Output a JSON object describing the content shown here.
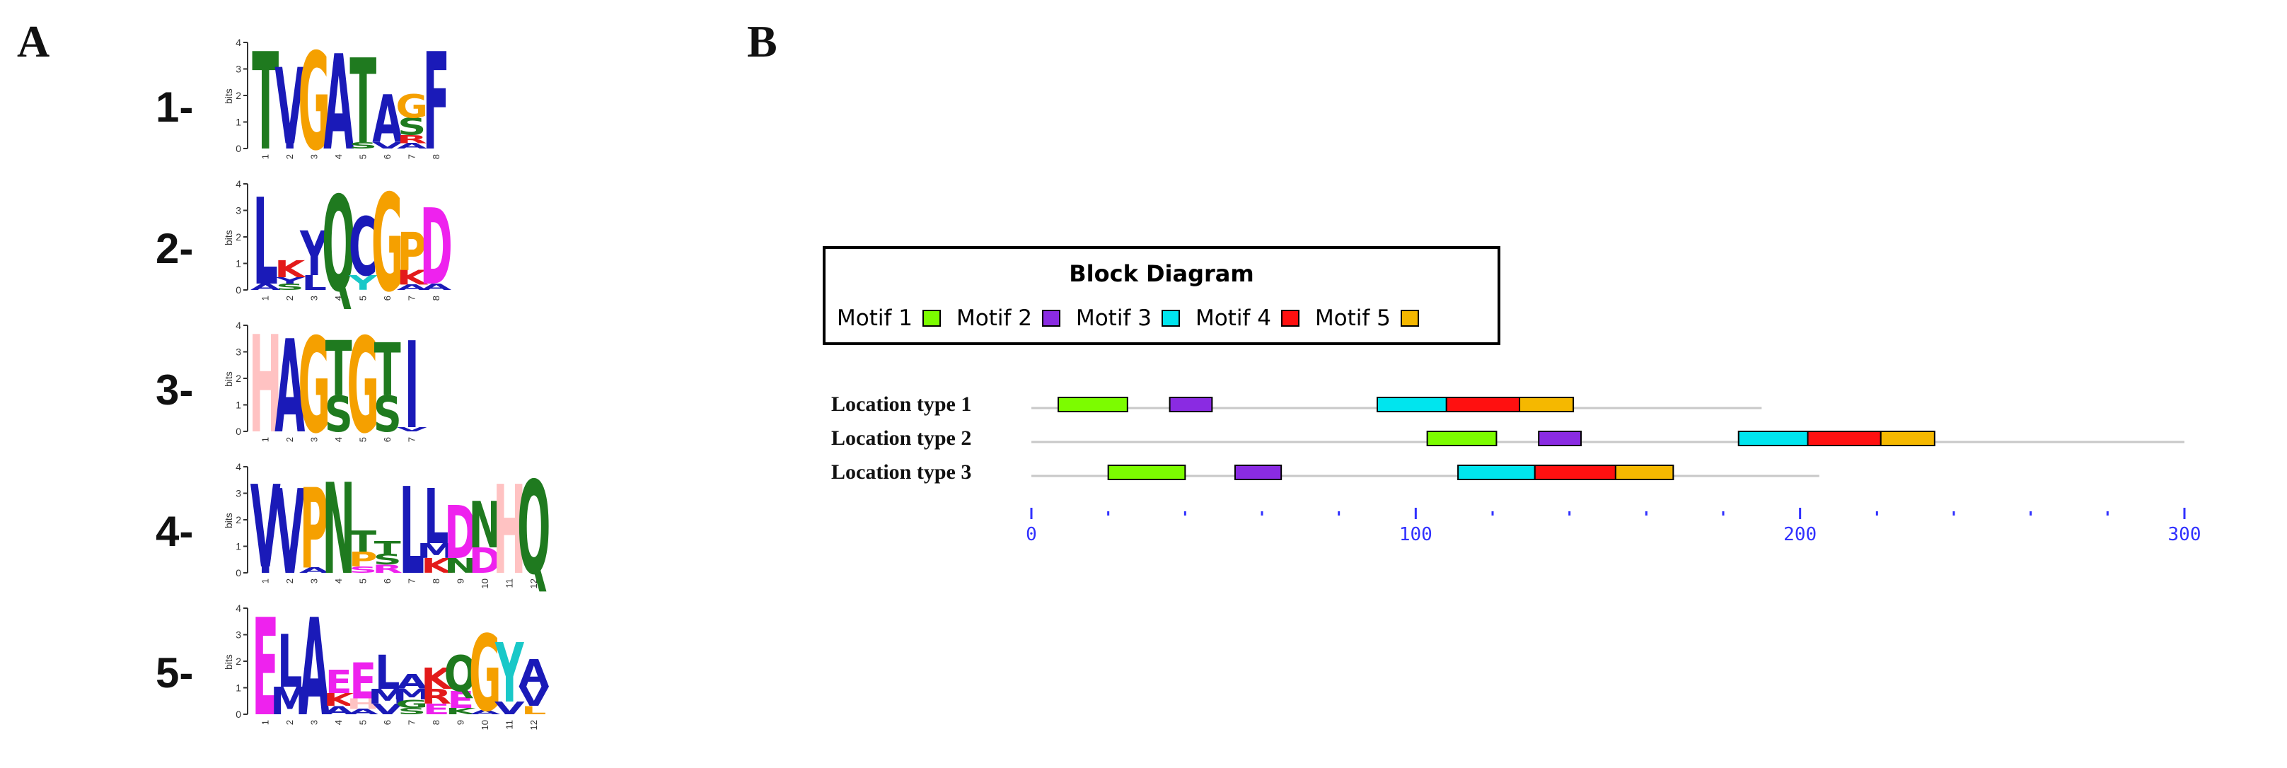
{
  "panels": {
    "a_label": "A",
    "b_label": "B"
  },
  "logos": [
    {
      "label": "1-",
      "y_axis_label": "bits",
      "y_ticks": [
        "0",
        "1",
        "2",
        "3",
        "4"
      ],
      "positions": [
        "1",
        "2",
        "3",
        "4",
        "5",
        "6",
        "7",
        "8"
      ],
      "columns": [
        [
          {
            "l": "T",
            "c": "#1f7a1f",
            "h": 0.92
          }
        ],
        [
          {
            "l": "V",
            "c": "#1a1ab8",
            "h": 0.72
          },
          {
            "l": "I",
            "c": "#1a1ab8",
            "h": 0.05
          }
        ],
        [
          {
            "l": "G",
            "c": "#f5a000",
            "h": 0.92
          }
        ],
        [
          {
            "l": "A",
            "c": "#1a1ab8",
            "h": 0.9
          }
        ],
        [
          {
            "l": "T",
            "c": "#1f7a1f",
            "h": 0.8
          },
          {
            "l": "S",
            "c": "#1f7a1f",
            "h": 0.06
          }
        ],
        [
          {
            "l": "A",
            "c": "#1a1ab8",
            "h": 0.45
          },
          {
            "l": "V",
            "c": "#1a1ab8",
            "h": 0.06
          }
        ],
        [
          {
            "l": "G",
            "c": "#f5a000",
            "h": 0.22
          },
          {
            "l": "S",
            "c": "#1f7a1f",
            "h": 0.16
          },
          {
            "l": "R",
            "c": "#e31a1a",
            "h": 0.08
          },
          {
            "l": "A",
            "c": "#1a1ab8",
            "h": 0.05
          }
        ],
        [
          {
            "l": "F",
            "c": "#1a1ab8",
            "h": 0.92
          }
        ]
      ]
    },
    {
      "label": "2-",
      "y_axis_label": "bits",
      "y_ticks": [
        "0",
        "1",
        "2",
        "3",
        "4"
      ],
      "positions": [
        "1",
        "2",
        "3",
        "4",
        "5",
        "6",
        "7",
        "8"
      ],
      "columns": [
        [
          {
            "l": "L",
            "c": "#1a1ab8",
            "h": 0.82
          },
          {
            "l": "A",
            "c": "#1a1ab8",
            "h": 0.06
          }
        ],
        [
          {
            "l": "K",
            "c": "#e31a1a",
            "h": 0.16
          },
          {
            "l": "S",
            "c": "#1f7a1f",
            "h": 0.06
          },
          {
            "l": "Y",
            "c": "#1a1ab8",
            "h": 0.06
          }
        ],
        [
          {
            "l": "Y",
            "c": "#1a1ab8",
            "h": 0.42
          },
          {
            "l": "L",
            "c": "#1a1ab8",
            "h": 0.14
          }
        ],
        [
          {
            "l": "Q",
            "c": "#1f7a1f",
            "h": 0.9
          }
        ],
        [
          {
            "l": "C",
            "c": "#1a1ab8",
            "h": 0.55
          },
          {
            "l": "Y",
            "c": "#19c8c8",
            "h": 0.14
          }
        ],
        [
          {
            "l": "G",
            "c": "#f5a000",
            "h": 0.92
          }
        ],
        [
          {
            "l": "P",
            "c": "#f5a000",
            "h": 0.36
          },
          {
            "l": "K",
            "c": "#e31a1a",
            "h": 0.14
          },
          {
            "l": "A",
            "c": "#1a1ab8",
            "h": 0.05
          }
        ],
        [
          {
            "l": "D",
            "c": "#ee22ee",
            "h": 0.72
          },
          {
            "l": "A",
            "c": "#1a1ab8",
            "h": 0.06
          }
        ]
      ]
    },
    {
      "label": "3-",
      "y_axis_label": "bits",
      "y_ticks": [
        "0",
        "1",
        "2",
        "3",
        "4"
      ],
      "positions": [
        "1",
        "2",
        "3",
        "4",
        "5",
        "6",
        "7"
      ],
      "columns": [
        [
          {
            "l": "H",
            "c": "#ffc2c2",
            "h": 0.92
          }
        ],
        [
          {
            "l": "A",
            "c": "#1a1ab8",
            "h": 0.88
          }
        ],
        [
          {
            "l": "G",
            "c": "#f5a000",
            "h": 0.9
          }
        ],
        [
          {
            "l": "T",
            "c": "#1f7a1f",
            "h": 0.52
          },
          {
            "l": "S",
            "c": "#1f7a1f",
            "h": 0.34
          }
        ],
        [
          {
            "l": "G",
            "c": "#f5a000",
            "h": 0.9
          }
        ],
        [
          {
            "l": "T",
            "c": "#1f7a1f",
            "h": 0.5
          },
          {
            "l": "S",
            "c": "#1f7a1f",
            "h": 0.34
          }
        ],
        [
          {
            "l": "I",
            "c": "#1a1ab8",
            "h": 0.82
          },
          {
            "l": "V",
            "c": "#1a1ab8",
            "h": 0.04
          }
        ]
      ]
    },
    {
      "label": "4-",
      "y_axis_label": "bits",
      "y_ticks": [
        "0",
        "1",
        "2",
        "3",
        "4"
      ],
      "positions": [
        "1",
        "2",
        "3",
        "4",
        "5",
        "6",
        "7",
        "8",
        "9",
        "10",
        "11",
        "12"
      ],
      "columns": [
        [
          {
            "l": "V",
            "c": "#1a1ab8",
            "h": 0.78
          },
          {
            "l": "I",
            "c": "#1a1ab8",
            "h": 0.06
          }
        ],
        [
          {
            "l": "V",
            "c": "#1a1ab8",
            "h": 0.8
          }
        ],
        [
          {
            "l": "P",
            "c": "#f5a000",
            "h": 0.76
          },
          {
            "l": "A",
            "c": "#1a1ab8",
            "h": 0.05
          }
        ],
        [
          {
            "l": "N",
            "c": "#1f7a1f",
            "h": 0.86
          }
        ],
        [
          {
            "l": "T",
            "c": "#1f7a1f",
            "h": 0.2
          },
          {
            "l": "P",
            "c": "#f5a000",
            "h": 0.14
          },
          {
            "l": "S",
            "c": "#ee22ee",
            "h": 0.06
          }
        ],
        [
          {
            "l": "T",
            "c": "#1f7a1f",
            "h": 0.12
          },
          {
            "l": "S",
            "c": "#1f7a1f",
            "h": 0.1
          },
          {
            "l": "R",
            "c": "#ee22ee",
            "h": 0.08
          }
        ],
        [
          {
            "l": "L",
            "c": "#1a1ab8",
            "h": 0.82
          }
        ],
        [
          {
            "l": "L",
            "c": "#1a1ab8",
            "h": 0.52
          },
          {
            "l": "K",
            "c": "#e31a1a",
            "h": 0.14
          },
          {
            "l": "M",
            "c": "#1a1ab8",
            "h": 0.14
          }
        ],
        [
          {
            "l": "D",
            "c": "#ee22ee",
            "h": 0.5
          },
          {
            "l": "N",
            "c": "#1f7a1f",
            "h": 0.14
          }
        ],
        [
          {
            "l": "N",
            "c": "#1f7a1f",
            "h": 0.44
          },
          {
            "l": "D",
            "c": "#ee22ee",
            "h": 0.24
          }
        ],
        [
          {
            "l": "H",
            "c": "#ffc2c2",
            "h": 0.84
          }
        ],
        [
          {
            "l": "Q",
            "c": "#1f7a1f",
            "h": 0.88
          }
        ]
      ]
    },
    {
      "label": "5-",
      "y_axis_label": "bits",
      "y_ticks": [
        "0",
        "1",
        "2",
        "3",
        "4"
      ],
      "positions": [
        "1",
        "2",
        "3",
        "4",
        "5",
        "6",
        "7",
        "8",
        "9",
        "10",
        "11",
        "12"
      ],
      "columns": [
        [
          {
            "l": "E",
            "c": "#ee22ee",
            "h": 0.92
          }
        ],
        [
          {
            "l": "L",
            "c": "#1a1ab8",
            "h": 0.5
          },
          {
            "l": "M",
            "c": "#1a1ab8",
            "h": 0.26
          }
        ],
        [
          {
            "l": "A",
            "c": "#1a1ab8",
            "h": 0.92
          }
        ],
        [
          {
            "l": "E",
            "c": "#ee22ee",
            "h": 0.22
          },
          {
            "l": "K",
            "c": "#e31a1a",
            "h": 0.12
          },
          {
            "l": "A",
            "c": "#1a1ab8",
            "h": 0.08
          }
        ],
        [
          {
            "l": "E",
            "c": "#ee22ee",
            "h": 0.34
          },
          {
            "l": "H",
            "c": "#ffc2c2",
            "h": 0.1
          },
          {
            "l": "A",
            "c": "#1a1ab8",
            "h": 0.05
          }
        ],
        [
          {
            "l": "L",
            "c": "#1a1ab8",
            "h": 0.32
          },
          {
            "l": "M",
            "c": "#1a1ab8",
            "h": 0.14
          },
          {
            "l": "V",
            "c": "#1a1ab8",
            "h": 0.1
          }
        ],
        [
          {
            "l": "A",
            "c": "#1a1ab8",
            "h": 0.14
          },
          {
            "l": "M",
            "c": "#1a1ab8",
            "h": 0.1
          },
          {
            "l": "G",
            "c": "#1f7a1f",
            "h": 0.08
          },
          {
            "l": "S",
            "c": "#1f7a1f",
            "h": 0.06
          }
        ],
        [
          {
            "l": "K",
            "c": "#e31a1a",
            "h": 0.2
          },
          {
            "l": "R",
            "c": "#e31a1a",
            "h": 0.14
          },
          {
            "l": "E",
            "c": "#ee22ee",
            "h": 0.1
          }
        ],
        [
          {
            "l": "Q",
            "c": "#1f7a1f",
            "h": 0.34
          },
          {
            "l": "E",
            "c": "#ee22ee",
            "h": 0.16
          },
          {
            "l": "K",
            "c": "#1f7a1f",
            "h": 0.06
          }
        ],
        [
          {
            "l": "G",
            "c": "#f5a000",
            "h": 0.72
          },
          {
            "l": "A",
            "c": "#1a1ab8",
            "h": 0.04
          }
        ],
        [
          {
            "l": "Y",
            "c": "#19c8c8",
            "h": 0.56
          },
          {
            "l": "V",
            "c": "#1a1ab8",
            "h": 0.12
          }
        ],
        [
          {
            "l": "A",
            "c": "#1a1ab8",
            "h": 0.26
          },
          {
            "l": "V",
            "c": "#1a1ab8",
            "h": 0.18
          },
          {
            "l": "L",
            "c": "#f5a000",
            "h": 0.08
          }
        ]
      ]
    }
  ],
  "block_diagram": {
    "title": "Block Diagram",
    "motifs": [
      {
        "name": "Motif 1",
        "color": "#7cfc00"
      },
      {
        "name": "Motif 2",
        "color": "#8a2be2"
      },
      {
        "name": "Motif 3",
        "color": "#00e5ee"
      },
      {
        "name": "Motif 4",
        "color": "#ff1010"
      },
      {
        "name": "Motif 5",
        "color": "#f5b800"
      }
    ],
    "axis": {
      "min": 0,
      "max": 300,
      "major_ticks": [
        0,
        100,
        200,
        300
      ],
      "minor_step": 20
    },
    "rows": [
      {
        "label": "Location type 1",
        "length": 190,
        "blocks": [
          {
            "m": 0,
            "start": 7,
            "end": 25
          },
          {
            "m": 1,
            "start": 36,
            "end": 47
          },
          {
            "m": 2,
            "start": 90,
            "end": 108
          },
          {
            "m": 3,
            "start": 108,
            "end": 127
          },
          {
            "m": 4,
            "start": 127,
            "end": 141
          }
        ]
      },
      {
        "label": "Location type 2",
        "length": 300,
        "blocks": [
          {
            "m": 0,
            "start": 103,
            "end": 121
          },
          {
            "m": 1,
            "start": 132,
            "end": 143
          },
          {
            "m": 2,
            "start": 184,
            "end": 202
          },
          {
            "m": 3,
            "start": 202,
            "end": 221
          },
          {
            "m": 4,
            "start": 221,
            "end": 235
          }
        ]
      },
      {
        "label": "Location type 3",
        "length": 205,
        "blocks": [
          {
            "m": 0,
            "start": 20,
            "end": 40
          },
          {
            "m": 1,
            "start": 53,
            "end": 65
          },
          {
            "m": 2,
            "start": 111,
            "end": 131
          },
          {
            "m": 3,
            "start": 131,
            "end": 152
          },
          {
            "m": 4,
            "start": 152,
            "end": 167
          }
        ]
      }
    ]
  }
}
